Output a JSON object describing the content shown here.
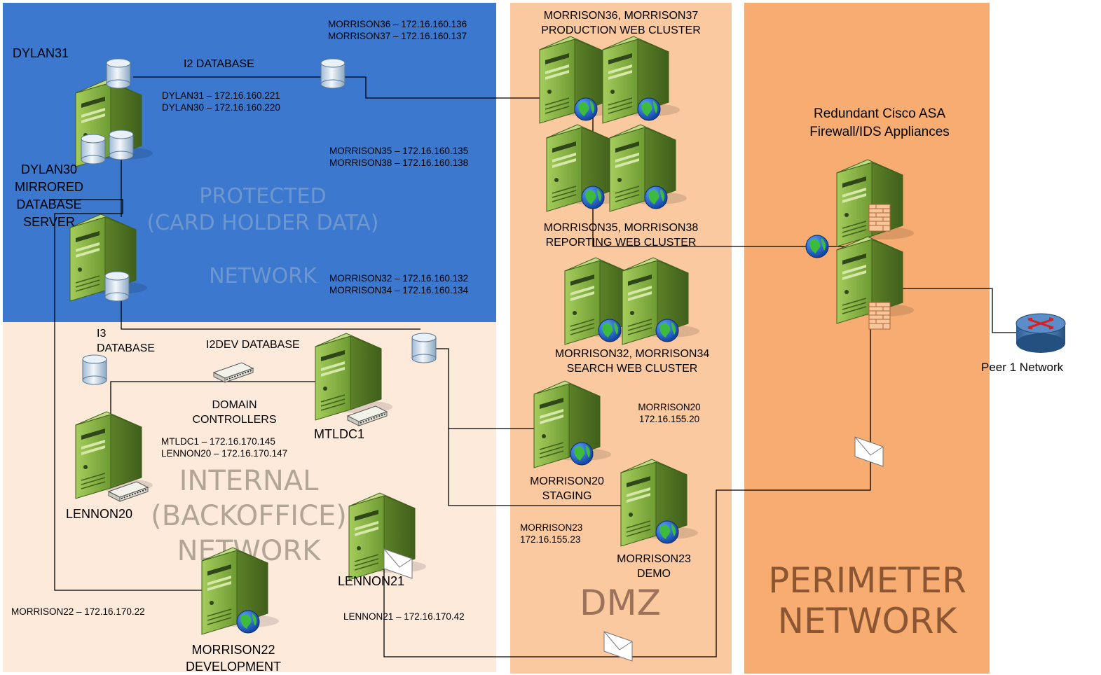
{
  "zones": {
    "protected": "PROTECTED\n(CARD HOLDER DATA)\n\nNETWORK",
    "internal": "INTERNAL\n(BACKOFFICE)\nNETWORK",
    "dmz": "DMZ",
    "perimeter": "PERIMETER\nNETWORK"
  },
  "nodes": {
    "dylan31": "DYLAN31",
    "dylan30": "DYLAN30\nMIRRORED\nDATABASE\nSERVER",
    "i2_database": "I2 DATABASE",
    "i3_database": "I3\nDATABASE",
    "i2dev_database": "I2DEV DATABASE",
    "domain_controllers": "DOMAIN\nCONTROLLERS",
    "mtldc1": "MTLDC1",
    "lennon20": "LENNON20",
    "lennon21": "LENNON21",
    "morrison22": "MORRISON22\nDEVELOPMENT",
    "production_cluster": "MORRISON36, MORRISON37\nPRODUCTION WEB CLUSTER",
    "reporting_cluster": "MORRISON35, MORRISON38\nREPORTING WEB CLUSTER",
    "search_cluster": "MORRISON32, MORRISON34\nSEARCH WEB CLUSTER",
    "staging": "MORRISON20\nSTAGING",
    "demo": "MORRISON23\nDEMO",
    "firewall": "Redundant Cisco ASA\nFirewall/IDS Appliances",
    "peer1": "Peer 1 Network"
  },
  "ips": {
    "m36_m37": "MORRISON36 – 172.16.160.136\nMORRISON37 – 172.16.160.137",
    "dylan": "DYLAN31 – 172.16.160.221\nDYLAN30 – 172.16.160.220",
    "m35_m38": "MORRISON35 – 172.16.160.135\nMORRISON38 – 172.16.160.138",
    "m32_m34": "MORRISON32 – 172.16.160.132\nMORRISON34 – 172.16.160.134",
    "mtldc1_lennon20": "MTLDC1 – 172.16.170.145\nLENNON20 – 172.16.170.147",
    "m20": "MORRISON20\n172.16.155.20",
    "m23": "MORRISON23\n172.16.155.23",
    "m22": "MORRISON22 – 172.16.170.22",
    "lennon21": "LENNON21 – 172.16.170.42"
  },
  "colors": {
    "protected_zone": "#3c78cd",
    "internal_zone": "#fdeadb",
    "dmz_zone": "#fac9a0",
    "perimeter_zone": "#f7ad72",
    "server_green": "#8db845"
  }
}
